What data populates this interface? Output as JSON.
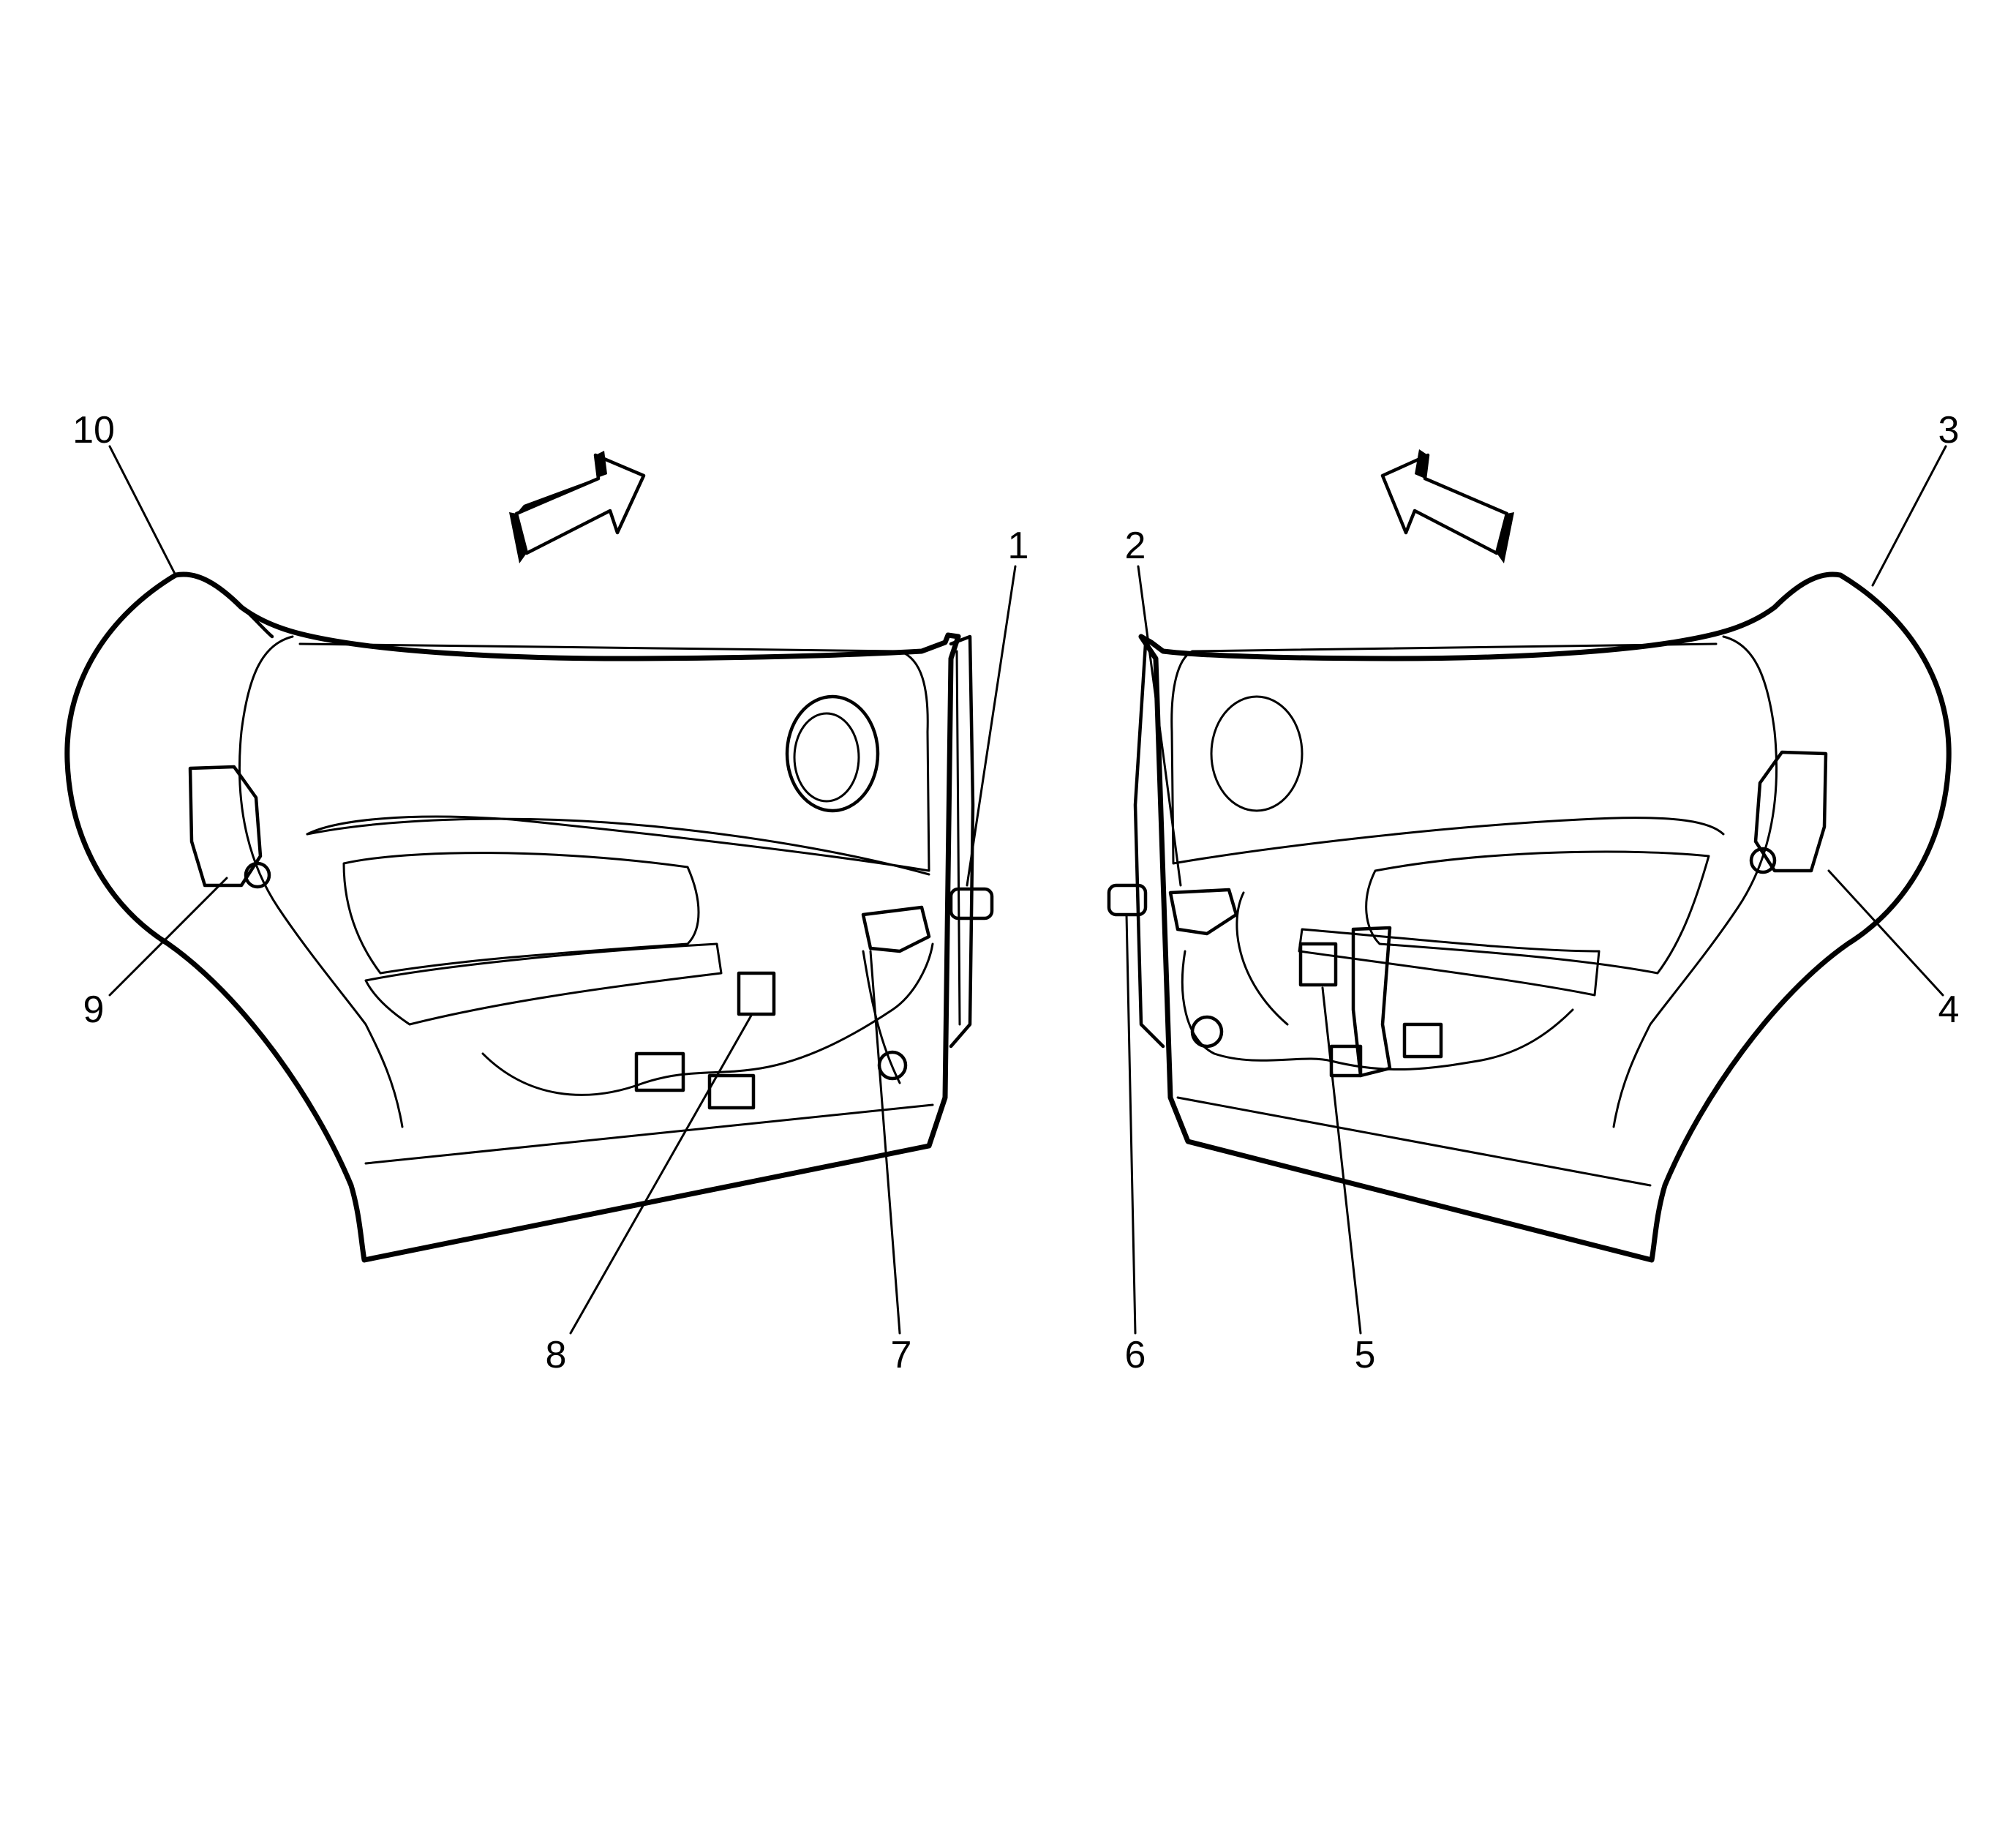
{
  "figure": {
    "background": "#ffffff",
    "stroke": "#000000",
    "panels": [
      "left-door-trim-panel",
      "right-door-trim-panel"
    ],
    "arrows": [
      "forward-arrow-left",
      "forward-arrow-right"
    ]
  },
  "callouts": {
    "c1": "1",
    "c2": "2",
    "c3": "3",
    "c4": "4",
    "c5": "5",
    "c6": "6",
    "c7": "7",
    "c8": "8",
    "c9": "9",
    "c10": "10"
  }
}
